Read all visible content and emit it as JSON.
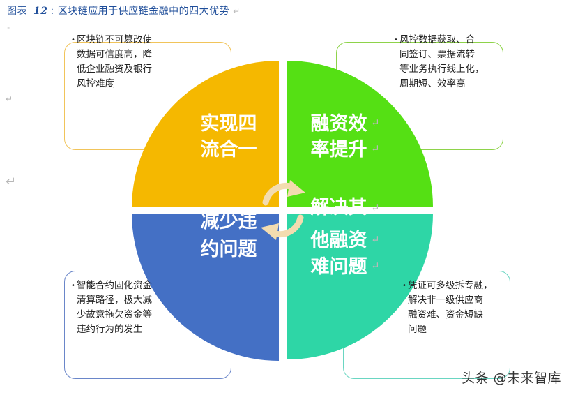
{
  "caption": {
    "prefix": "图表",
    "number": "12",
    "sep": ":",
    "title": "区块链应用于供应链金融中的四大优势"
  },
  "quadrants": [
    {
      "line1": "实现四",
      "line2": "流合一",
      "color": "#f5b800"
    },
    {
      "line1": "融资效",
      "line2": "率提升",
      "color": "#55e014"
    },
    {
      "line1": "减少违",
      "line2": "约问题",
      "color": "#4470c5"
    },
    {
      "line1": "解决其",
      "line2": "他融资",
      "line3": "难问题",
      "color": "#2ed6a6"
    }
  ],
  "notes": {
    "top_left": {
      "lines": [
        "区块链不可篡改使",
        "数据可信度高，降",
        "低企业融资及银行",
        "风控难度"
      ]
    },
    "top_right": {
      "lines": [
        "风控数据获取、合",
        "同签订、票据流转",
        "等业务执行线上化，",
        "周期短、效率高"
      ]
    },
    "bottom_left": {
      "lines": [
        "智能合约固化资金",
        "清算路径，极大减",
        "少故意拖欠资金等",
        "违约行为的发生"
      ]
    },
    "bottom_right": {
      "lines": [
        "凭证可多级拆专融，",
        "解决非一级供应商",
        "融资难、资金短缺",
        "问题"
      ]
    }
  },
  "watermark": "头条 @未来智库"
}
